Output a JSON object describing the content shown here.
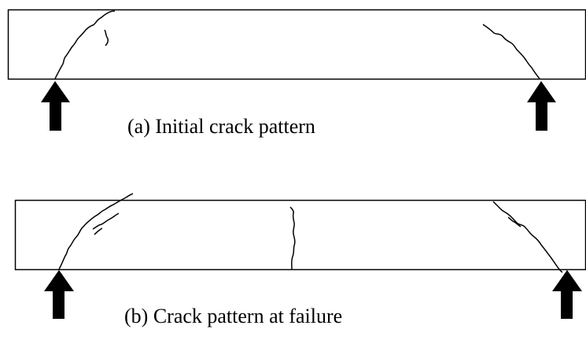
{
  "panels": [
    {
      "id": "a",
      "caption": "(a)  Initial crack pattern",
      "support_count": 2,
      "crack_count": 3
    },
    {
      "id": "b",
      "caption": "(b)  Crack pattern at failure",
      "support_count": 2,
      "crack_count": 5
    }
  ],
  "style": {
    "stroke_color": "#000000",
    "background": "#ffffff"
  }
}
